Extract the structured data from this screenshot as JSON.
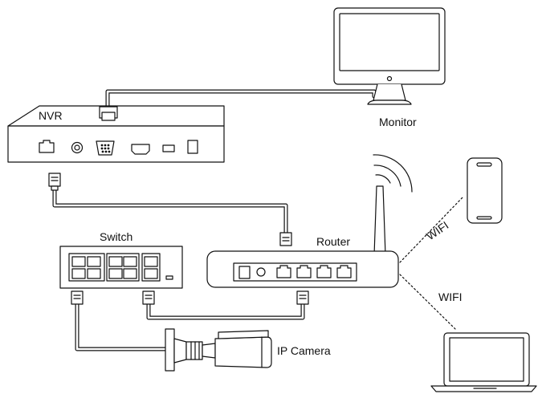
{
  "labels": {
    "nvr": "NVR",
    "monitor": "Monitor",
    "switch": "Switch",
    "router": "Router",
    "wifi_phone": "WIFI",
    "wifi_laptop": "WIFI",
    "ip_camera": "IP Camera"
  },
  "colors": {
    "stroke": "#111111",
    "cable_outer": "#111111",
    "cable_inner": "#ffffff",
    "fill": "#ffffff"
  }
}
